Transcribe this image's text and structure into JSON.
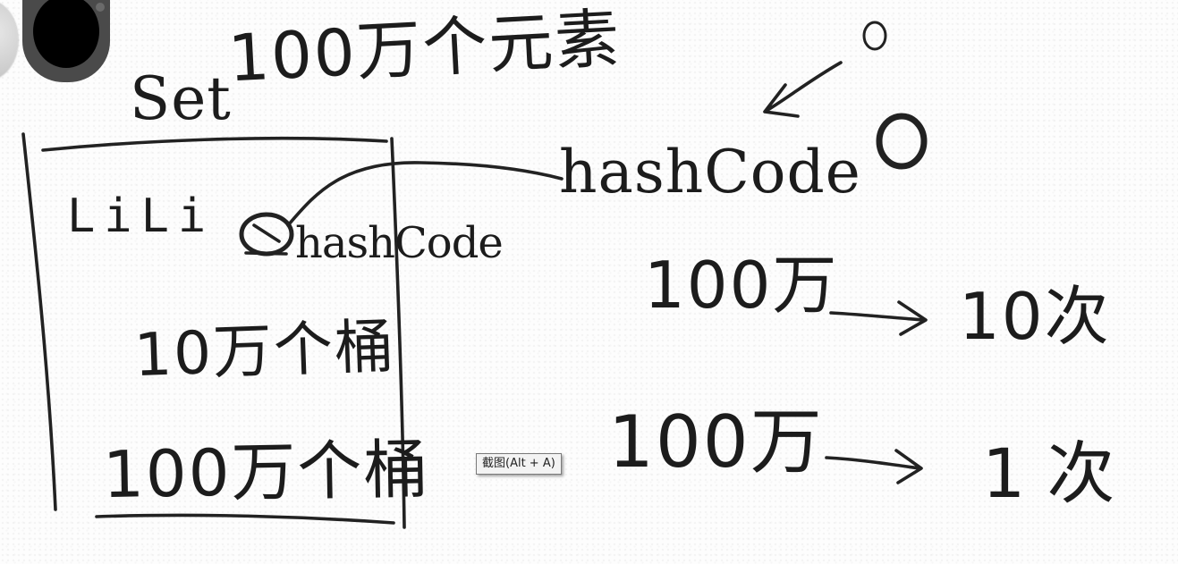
{
  "canvas": {
    "background": "#fdfdfd",
    "ink_color": "#222222"
  },
  "toolbar": {
    "icons": [
      "record-button-light-icon",
      "record-button-dark-icon"
    ]
  },
  "tooltip": {
    "text": "截图(Alt + A)"
  },
  "whiteboard": {
    "title": "100万个元素",
    "set_label": "Set",
    "element_label": "LiLi",
    "inner_hashcode": "hashCode",
    "outer_hashcode": "hashCode",
    "buckets_10w": "10万个桶",
    "buckets_100w": "100万个桶",
    "row1": {
      "left": "100万",
      "right": "10次"
    },
    "row2": {
      "left": "100万",
      "right": "1次"
    }
  }
}
